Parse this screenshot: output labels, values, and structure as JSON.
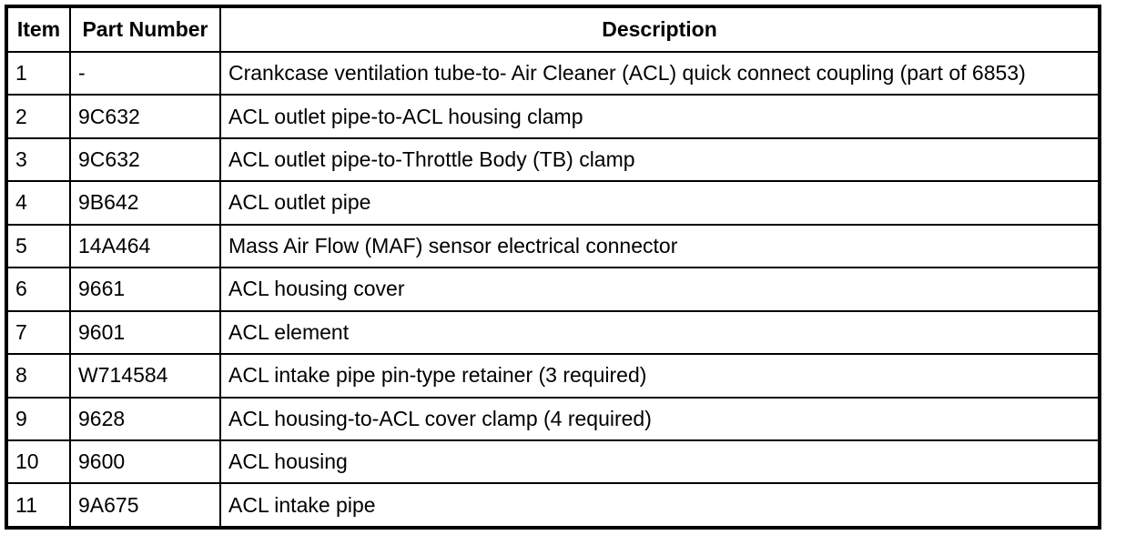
{
  "table": {
    "columns": [
      {
        "key": "item",
        "label": "Item"
      },
      {
        "key": "part_number",
        "label": "Part Number"
      },
      {
        "key": "description",
        "label": "Description"
      }
    ],
    "rows": [
      {
        "item": "1",
        "part_number": "-",
        "description": "Crankcase ventilation tube-to- Air Cleaner (ACL) quick connect coupling (part of 6853)"
      },
      {
        "item": "2",
        "part_number": "9C632",
        "description": "ACL outlet pipe-to-ACL housing clamp"
      },
      {
        "item": "3",
        "part_number": "9C632",
        "description": "ACL outlet pipe-to-Throttle Body (TB) clamp"
      },
      {
        "item": "4",
        "part_number": "9B642",
        "description": "ACL outlet pipe"
      },
      {
        "item": "5",
        "part_number": "14A464",
        "description": "Mass Air Flow (MAF) sensor electrical connector"
      },
      {
        "item": "6",
        "part_number": "9661",
        "description": "ACL housing cover"
      },
      {
        "item": "7",
        "part_number": "9601",
        "description": "ACL element"
      },
      {
        "item": "8",
        "part_number": "W714584",
        "description": "ACL intake pipe pin-type retainer (3 required)"
      },
      {
        "item": "9",
        "part_number": "9628",
        "description": "ACL housing-to-ACL cover clamp (4 required)"
      },
      {
        "item": "10",
        "part_number": "9600",
        "description": "ACL housing"
      },
      {
        "item": "11",
        "part_number": "9A675",
        "description": "ACL intake pipe"
      }
    ]
  },
  "colors": {
    "border": "#000000",
    "text": "#000000",
    "background": "#ffffff"
  }
}
